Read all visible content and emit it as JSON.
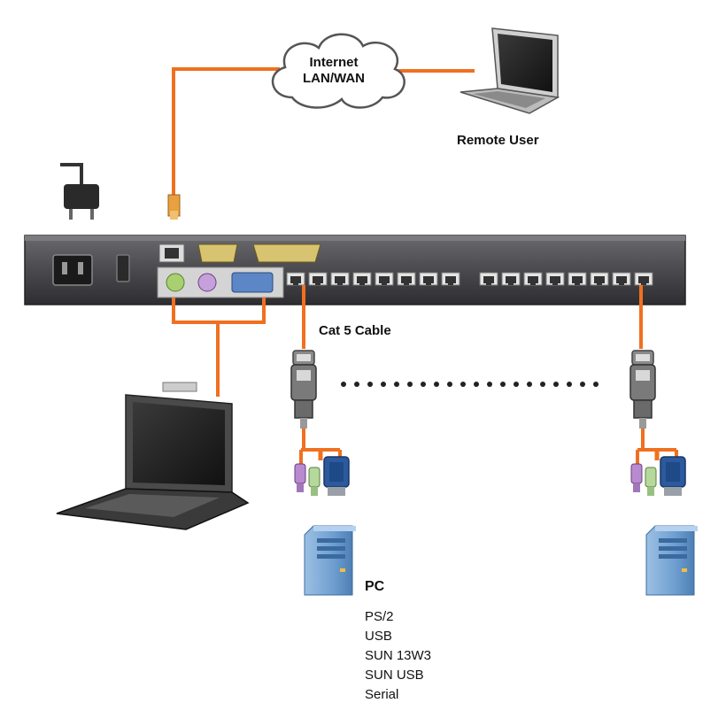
{
  "network": {
    "cloud_line1": "Internet",
    "cloud_line2": "LAN/WAN"
  },
  "remote": {
    "label": "Remote User"
  },
  "cable": {
    "label": "Cat 5 Cable"
  },
  "pc": {
    "label": "PC",
    "platforms": [
      "PS/2",
      "USB",
      "SUN 13W3",
      "SUN USB",
      "Serial"
    ]
  },
  "colors": {
    "cable": "#f07020",
    "switch_body": "#4a4a4e",
    "tower": "#6f9fd0",
    "cloud_outline": "#555555"
  },
  "icons": [
    "power-plug-icon",
    "cloud-icon",
    "laptop-icon",
    "kvm-switch-icon",
    "console-drawer-icon",
    "cpu-adapter-icon",
    "pc-tower-icon"
  ]
}
